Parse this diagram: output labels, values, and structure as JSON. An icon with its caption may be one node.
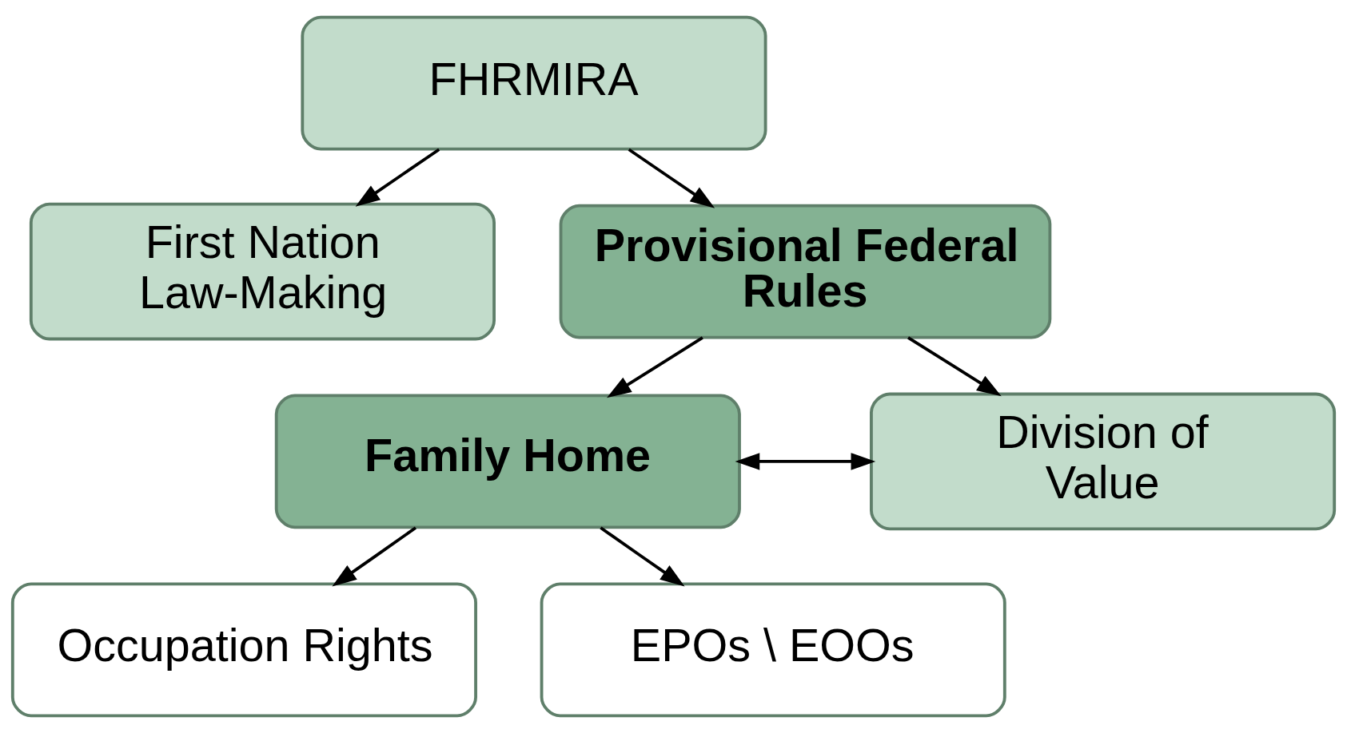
{
  "diagram": {
    "nodes": [
      {
        "text": [
          "FHRMIRA"
        ]
      },
      {
        "text": [
          "First Nation Law-Making"
        ]
      },
      {
        "text": [
          "Provisional Federal Rules"
        ]
      },
      {
        "text": [
          "Family Home"
        ]
      },
      {
        "text": [
          "Division of Value"
        ]
      },
      {
        "text": [
          "Occupation Rights"
        ]
      },
      {
        "text": [
          "EPOs \\ EOOs"
        ]
      }
    ],
    "edges": [
      {
        "from": 0,
        "to": 1,
        "arrow": "to"
      },
      {
        "from": 0,
        "to": 2,
        "arrow": "to"
      },
      {
        "from": 2,
        "to": 3,
        "arrow": "to"
      },
      {
        "from": 2,
        "to": 4,
        "arrow": "to"
      },
      {
        "from": 3,
        "to": 4,
        "arrow": "both"
      },
      {
        "from": 3,
        "to": 5,
        "arrow": "to"
      },
      {
        "from": 3,
        "to": 6,
        "arrow": "to"
      }
    ]
  }
}
